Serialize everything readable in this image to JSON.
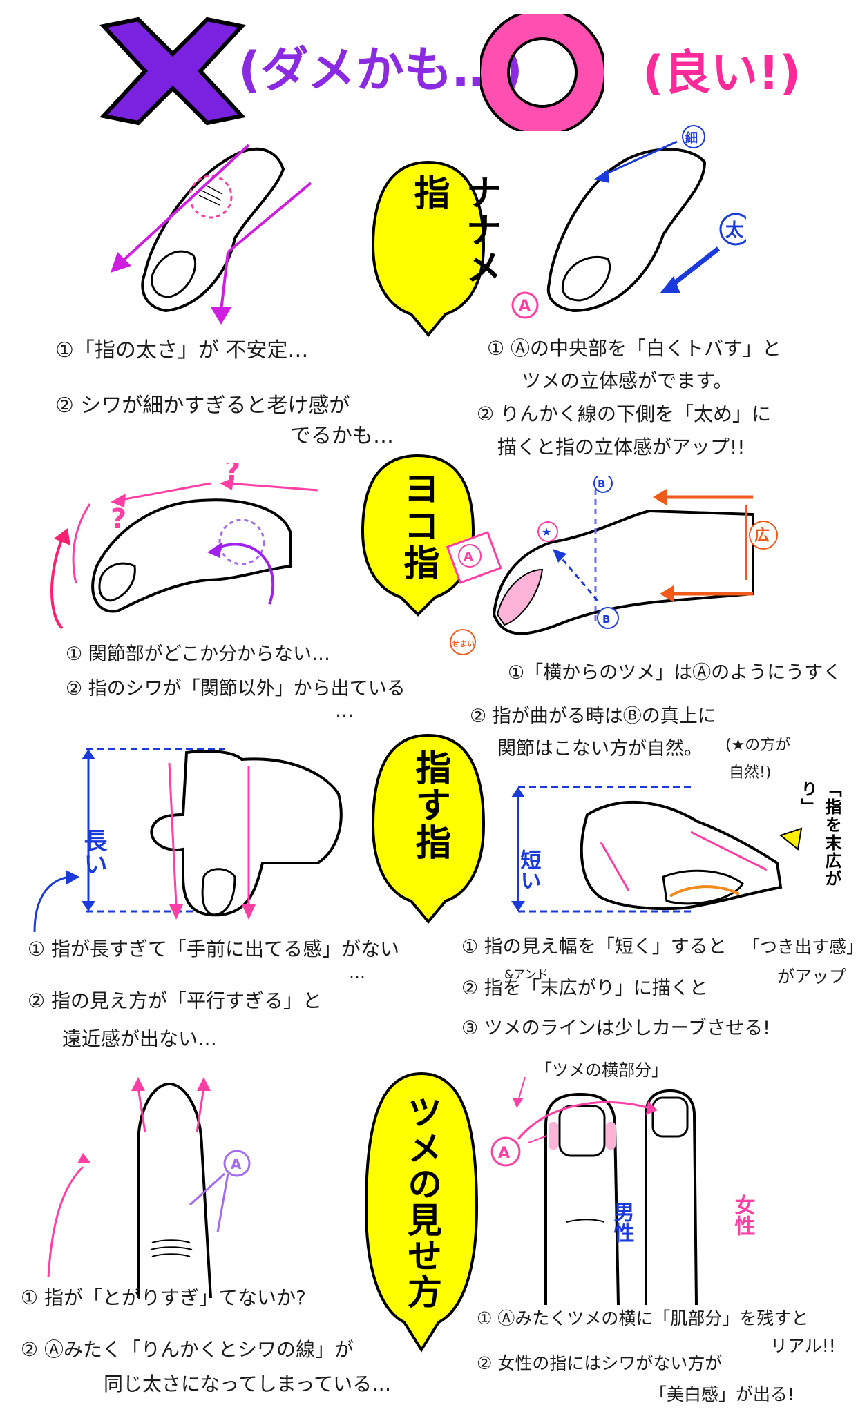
{
  "header": {
    "bad_label": "(ダメかも…)",
    "good_label": "(良い!)"
  },
  "colors": {
    "bad": "#8a2be2",
    "good": "#ff3fa4",
    "badge_yellow": "#ffff00",
    "blue": "#1a3adb",
    "orange": "#f05a1a"
  },
  "sections": [
    {
      "badge": "ナナメ指",
      "bad_notes": [
        "①「指の太さ」が 不安定…",
        "② シワが細かすぎると老け感が",
        "でるかも…"
      ],
      "good_notes": [
        "① Ⓐの中央部を「白くトバす」と",
        "ツメの立体感がでます。",
        "② りんかく線の下側を「太め」に",
        "描くと指の立体感がアップ!!"
      ],
      "good_labels": [
        "細",
        "太",
        "A"
      ]
    },
    {
      "badge": "ヨコ指",
      "bad_notes": [
        "① 関節部がどこか分からない…",
        "② 指のシワが「関節以外」から出ている",
        "…"
      ],
      "good_notes": [
        "①「横からのツメ」はⒶのようにうすく",
        "② 指が曲がる時はⒷの真上に",
        "関節はこない方が自然。",
        "(★の方が",
        "自然!)"
      ],
      "good_labels": [
        "B",
        "★",
        "A",
        "広",
        "せまい",
        "B"
      ],
      "bad_marks": [
        "?",
        "?"
      ]
    },
    {
      "badge": "指す指",
      "bad_notes": [
        "① 指が長すぎて「手前に出てる感」がない",
        "…",
        "② 指の見え方が「平行すぎる」と",
        "遠近感が出ない…"
      ],
      "good_notes": [
        "① 指の見え幅を「短く」すると",
        "&アンド",
        "② 指を「末広がり」に描くと",
        "③ ツメのラインは少しカーブさせる!",
        "「つき出す感」",
        "がアップ"
      ],
      "bad_labels": [
        "長い"
      ],
      "good_labels": [
        "短い",
        "「指を末広がり」"
      ]
    },
    {
      "badge": "ツメの見せ方",
      "bad_notes": [
        "① 指が「とがりすぎ」てないか?",
        "② Ⓐみたく「りんかくとシワの線」が",
        "同じ太さになってしまっている…"
      ],
      "good_notes": [
        "「ツメの横部分」",
        "① Ⓐみたくツメの横に「肌部分」を残すと",
        "リアル!!",
        "② 女性の指にはシワがない方が",
        "「美白感」が出る!"
      ],
      "bad_labels": [
        "A"
      ],
      "good_labels": [
        "A",
        "男性",
        "女性"
      ]
    }
  ]
}
